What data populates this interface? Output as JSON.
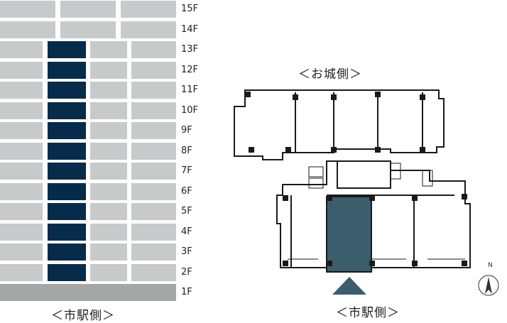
{
  "floors": [
    {
      "label": "15F",
      "units": 3,
      "selected": null
    },
    {
      "label": "14F",
      "units": 3,
      "selected": null
    },
    {
      "label": "13F",
      "units": 4,
      "selected": 1
    },
    {
      "label": "12F",
      "units": 4,
      "selected": 1
    },
    {
      "label": "11F",
      "units": 4,
      "selected": 1
    },
    {
      "label": "10F",
      "units": 4,
      "selected": 1
    },
    {
      "label": "9F",
      "units": 4,
      "selected": 1
    },
    {
      "label": "8F",
      "units": 4,
      "selected": 1
    },
    {
      "label": "7F",
      "units": 4,
      "selected": 1
    },
    {
      "label": "6F",
      "units": 4,
      "selected": 1
    },
    {
      "label": "5F",
      "units": 4,
      "selected": 1
    },
    {
      "label": "4F",
      "units": 4,
      "selected": 1
    },
    {
      "label": "3F",
      "units": 4,
      "selected": 1
    },
    {
      "label": "2F",
      "units": 4,
      "selected": 1
    },
    {
      "label": "1F",
      "units": 1,
      "selected": null
    }
  ],
  "labels": {
    "stack_direction": "＜市駅側＞",
    "plan_top_direction": "＜お城側＞",
    "plan_bottom_direction": "＜市駅側＞",
    "compass_north": "N"
  },
  "colors": {
    "unit": "#c8c9ca",
    "selected_unit": "#072b4a",
    "ground_floor": "#a5a6a7",
    "plan_highlight": "#3c5e6c",
    "plan_line": "#1a1a1a",
    "arrow": "#3c5e6c"
  }
}
